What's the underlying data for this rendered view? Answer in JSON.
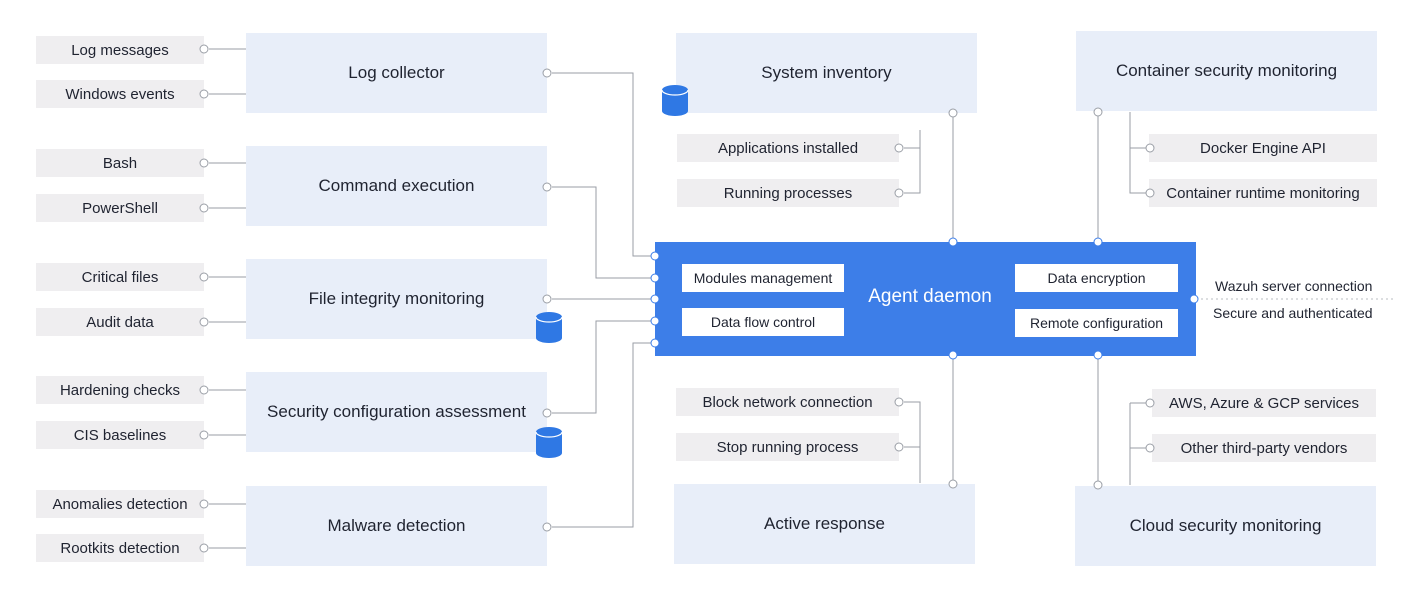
{
  "modules": {
    "log_collector": "Log collector",
    "command_execution": "Command execution",
    "file_integrity_monitoring": "File integrity monitoring",
    "security_configuration_assessment": "Security configuration assessment",
    "malware_detection": "Malware detection",
    "system_inventory": "System inventory",
    "active_response": "Active response",
    "container_security_monitoring": "Container security monitoring",
    "cloud_security_monitoring": "Cloud security monitoring"
  },
  "tags": {
    "log_messages": "Log messages",
    "windows_events": "Windows events",
    "bash": "Bash",
    "powershell": "PowerShell",
    "critical_files": "Critical files",
    "audit_data": "Audit data",
    "hardening_checks": "Hardening checks",
    "cis_baselines": "CIS baselines",
    "anomalies_detection": "Anomalies detection",
    "rootkits_detection": "Rootkits detection",
    "applications_installed": "Applications installed",
    "running_processes": "Running processes",
    "block_network_connection": "Block network connection",
    "stop_running_process": "Stop running process",
    "docker_engine_api": "Docker Engine API",
    "container_runtime_monitoring": "Container runtime monitoring",
    "cloud_services": "AWS, Azure & GCP services",
    "third_party_vendors": "Other third-party vendors"
  },
  "daemon": {
    "title": "Agent daemon",
    "modules_management": "Modules management",
    "data_flow_control": "Data flow control",
    "data_encryption": "Data encryption",
    "remote_configuration": "Remote configuration"
  },
  "server_connection": {
    "line1": "Wazuh server connection",
    "line2": "Secure and authenticated"
  },
  "colors": {
    "daemon_blue": "#3d7ee8",
    "module_bg": "#e8eef9",
    "tag_bg": "#efeef0",
    "connector": "#9a9ea6"
  }
}
